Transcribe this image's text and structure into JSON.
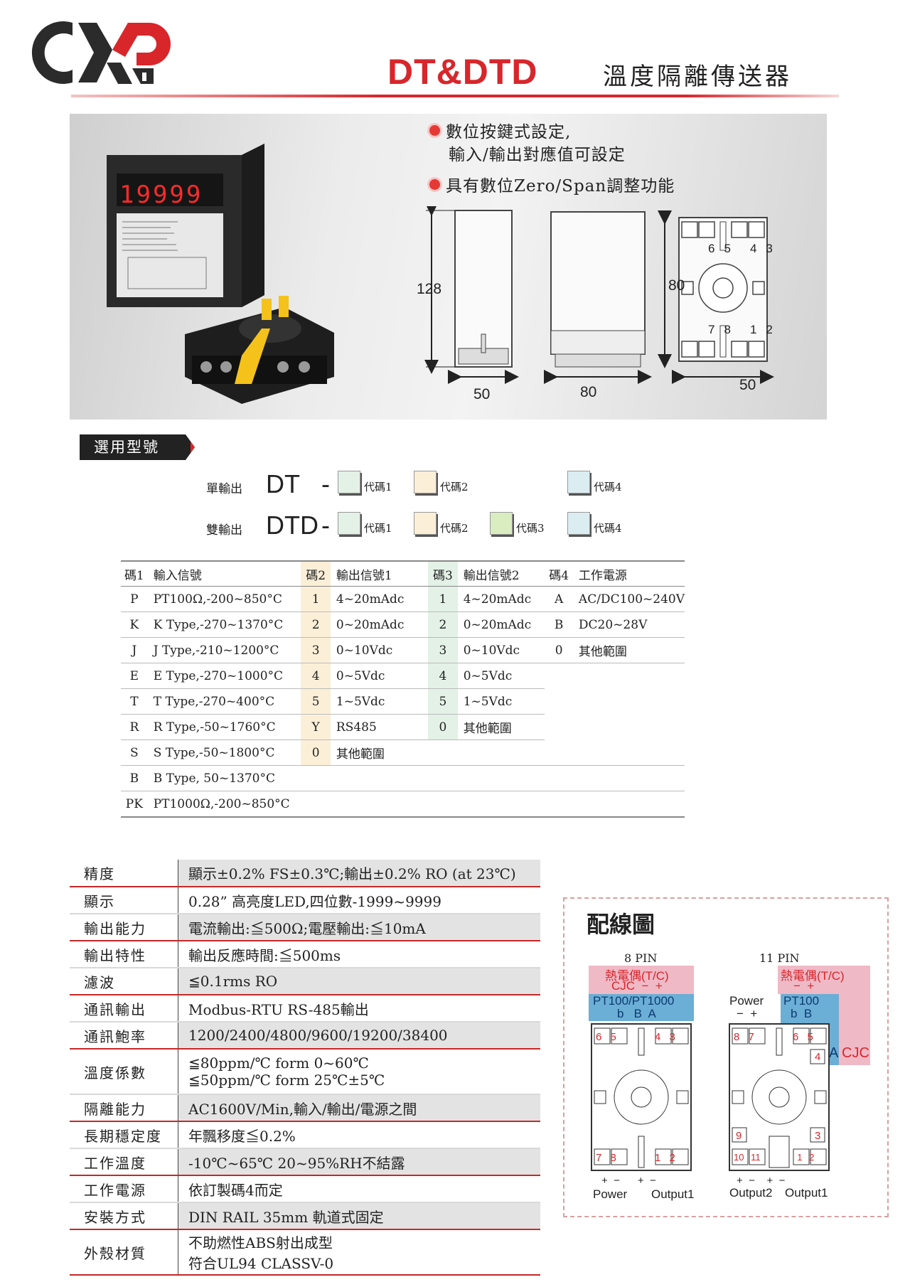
{
  "header": {
    "model": "DT&DTD",
    "product_name": "溫度隔離傳送器"
  },
  "hero": {
    "display_value": "19999",
    "features": [
      {
        "line1": "數位按鍵式設定,",
        "line2": "輸入/輸出對應值可設定"
      },
      {
        "line1": "具有數位Zero/Span調整功能",
        "line2": ""
      }
    ],
    "dimensions": {
      "height_main": "128",
      "width_front": "50",
      "depth": "80",
      "socket_height": "80",
      "socket_width": "50"
    },
    "socket_pins_top": [
      "6",
      "5",
      "4",
      "3"
    ],
    "socket_pins_bottom": [
      "7",
      "8",
      "1",
      "2"
    ]
  },
  "section_label": "選用型號",
  "codes": {
    "single": {
      "label": "單輸出",
      "model": "DT",
      "dash": "-",
      "codes": [
        "代碼1",
        "代碼2",
        "代碼4"
      ]
    },
    "dual": {
      "label": "雙輸出",
      "model": "DTD",
      "dash": "-",
      "codes": [
        "代碼1",
        "代碼2",
        "代碼3",
        "代碼4"
      ]
    }
  },
  "order_table": {
    "headers": [
      "碼1",
      "輸入信號",
      "碼2",
      "輸出信號1",
      "碼3",
      "輸出信號2",
      "碼4",
      "工作電源"
    ],
    "rows": [
      [
        "P",
        "PT100Ω,-200~850°C",
        "1",
        "4~20mAdc",
        "1",
        "4~20mAdc",
        "A",
        "AC/DC100~240V"
      ],
      [
        "K",
        "K Type,-270~1370°C",
        "2",
        "0~20mAdc",
        "2",
        "0~20mAdc",
        "B",
        "DC20~28V"
      ],
      [
        "J",
        "J Type,-210~1200°C",
        "3",
        "0~10Vdc",
        "3",
        "0~10Vdc",
        "0",
        "其他範圍"
      ],
      [
        "E",
        "E Type,-270~1000°C",
        "4",
        "0~5Vdc",
        "4",
        "0~5Vdc",
        "",
        ""
      ],
      [
        "T",
        "T Type,-270~400°C",
        "5",
        "1~5Vdc",
        "5",
        "1~5Vdc",
        "",
        ""
      ],
      [
        "R",
        "R Type,-50~1760°C",
        "Y",
        "RS485",
        "0",
        "其他範圍",
        "",
        ""
      ],
      [
        "S",
        "S Type,-50~1800°C",
        "0",
        "其他範圍",
        "",
        "",
        "",
        ""
      ],
      [
        "B",
        "B Type, 50~1370°C",
        "",
        "",
        "",
        "",
        "",
        ""
      ],
      [
        "PK",
        "PT1000Ω,-200~850°C",
        "",
        "",
        "",
        "",
        "",
        ""
      ]
    ]
  },
  "specs": [
    {
      "key": "精度",
      "value": "顯示±0.2% FS±0.3℃;輸出±0.2% RO (at 23℃)"
    },
    {
      "key": "顯示",
      "value": "0.28” 高亮度LED,四位數-1999~9999"
    },
    {
      "key": "輸出能力",
      "value": "電流輸出:≦500Ω;電壓輸出:≦10mA"
    },
    {
      "key": "輸出特性",
      "value": "輸出反應時間:≦500ms"
    },
    {
      "key": "濾波",
      "value": "≦0.1rms RO"
    },
    {
      "key": "通訊輸出",
      "value": "Modbus-RTU RS-485輸出"
    },
    {
      "key": "通訊鮑率",
      "value": "1200/2400/4800/9600/19200/38400"
    },
    {
      "key": "溫度係數",
      "value": "≦80ppm/℃ form 0~60℃",
      "value2": "≦50ppm/℃ form 25℃±5℃"
    },
    {
      "key": "隔離能力",
      "value": "AC1600V/Min,輸入/輸出/電源之間"
    },
    {
      "key": "長期穩定度",
      "value": "年飄移度≦0.2%"
    },
    {
      "key": "工作溫度",
      "value": "-10℃~65℃ 20~95%RH不結露"
    },
    {
      "key": "工作電源",
      "value": "依訂製碼4而定"
    },
    {
      "key": "安裝方式",
      "value": "DIN RAIL 35mm 軌道式固定"
    },
    {
      "key": "外殼材質",
      "value": "不助燃性ABS射出成型",
      "value2": "符合UL94 CLASSV-0"
    }
  ],
  "wiring": {
    "title": "配線圖",
    "pin8": {
      "label": "8 PIN",
      "tc_label": "熱電偶(T/C)",
      "tc_row": "CJC  −  +",
      "rtd_label": "PT100/PT1000",
      "rtd_row": "b   B  A",
      "top_pins": [
        "6",
        "5",
        "4",
        "3"
      ],
      "bottom_pins": [
        "7",
        "8",
        "1",
        "2"
      ],
      "bottom_signs": "+  −      +  −",
      "power": "Power",
      "output1": "Output1"
    },
    "pin11": {
      "label": "11 PIN",
      "tc_label": "熱電偶(T/C)",
      "tc_row": "−  +",
      "power": "Power",
      "power_signs": "−  +",
      "rtd_label": "PT100",
      "rtd_row": "b  B",
      "a_cjc_a": "A",
      "a_cjc_cjc": "CJC",
      "top_pins": [
        "8",
        "7",
        "6",
        "5"
      ],
      "side_pin_4": "4",
      "side_pin_9": "9",
      "side_pin_3": "3",
      "bottom_pins": [
        "10",
        "11",
        "1",
        "2"
      ],
      "bottom_signs": "+  −    +  −",
      "output2": "Output2",
      "output1": "Output1"
    }
  },
  "colors": {
    "brand_red": "#d8262b",
    "tc_pink": "#f0b9c6",
    "rtd_blue": "#6baed6"
  }
}
